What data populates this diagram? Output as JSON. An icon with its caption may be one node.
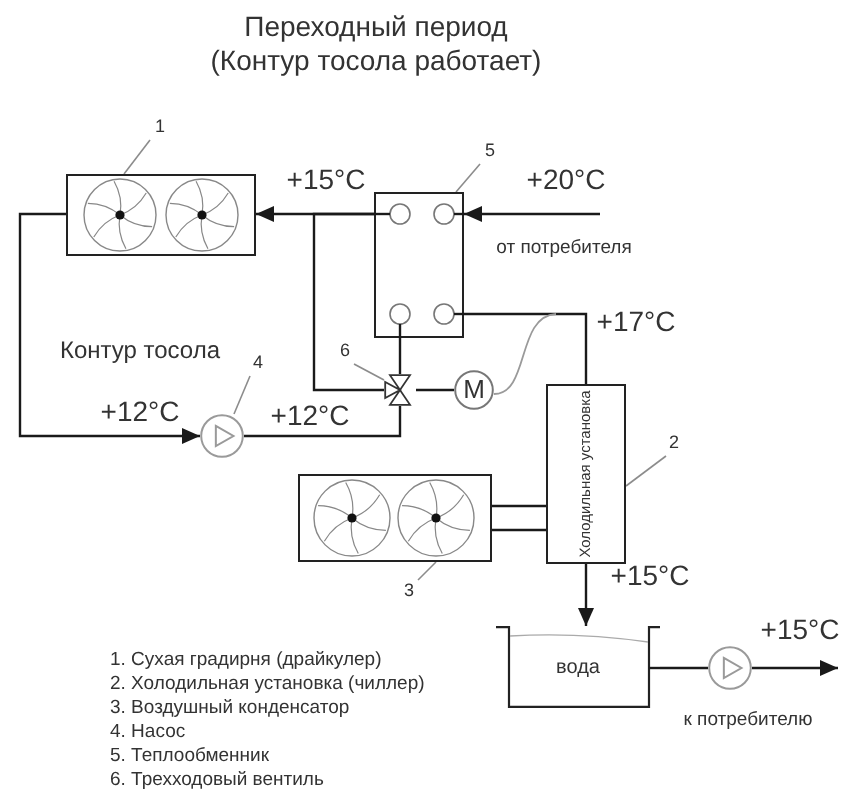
{
  "diagram": {
    "title": "Переходный период (Контур тосола работает)",
    "nodes": [
      {
        "text": [
          "1"
        ]
      },
      {
        "text": [],
        "shape": "picture"
      },
      {
        "text": [
          "5"
        ]
      },
      {
        "text": [],
        "shape": "box"
      },
      {
        "text": [
          "6"
        ]
      },
      {
        "text": [],
        "shape": "valve"
      },
      {
        "text": [
          "M"
        ]
      },
      {
        "text": [
          "4"
        ]
      },
      {
        "text": [],
        "shape": "circle"
      },
      {
        "text": [
          "Холодильная установка"
        ]
      },
      {
        "text": [
          "2"
        ]
      },
      {
        "text": [],
        "shape": "picture"
      },
      {
        "text": [
          "3"
        ]
      },
      {
        "text": [
          "вода"
        ]
      },
      {
        "text": [],
        "shape": "circle"
      }
    ],
    "edges": [
      {
        "from": null,
        "to": 3,
        "arrow": "to",
        "label": "+20°C"
      },
      {
        "from": 3,
        "to": 1,
        "arrow": "to",
        "label": "+15°C"
      },
      {
        "from": 3,
        "to": 5,
        "arrow": "none"
      },
      {
        "from": 1,
        "to": 8,
        "arrow": "to",
        "label": "+12°C"
      },
      {
        "from": 8,
        "to": 5,
        "arrow": "none",
        "label": "+12°C"
      },
      {
        "from": 5,
        "to": 3,
        "arrow": "none"
      },
      {
        "from": 3,
        "to": 9,
        "arrow": "none",
        "label": "+17°C"
      },
      {
        "from": 5,
        "to": 6,
        "arrow": "none"
      },
      {
        "from": 6,
        "to": null,
        "arrow": "none",
        "color": "#9a9a9a"
      },
      {
        "from": 11,
        "to": 9,
        "arrow": "none"
      },
      {
        "from": 11,
        "to": 9,
        "arrow": "none"
      },
      {
        "from": 9,
        "to": 13,
        "arrow": "to",
        "label": "+15°C"
      },
      {
        "from": 13,
        "to": 14,
        "arrow": "none"
      },
      {
        "from": 14,
        "to": null,
        "arrow": "to",
        "label": "+15°C"
      },
      {
        "from": 0,
        "to": 1,
        "arrow": "none",
        "color": "#8c8c8c"
      },
      {
        "from": 2,
        "to": 3,
        "arrow": "none",
        "color": "#8c8c8c"
      },
      {
        "from": 4,
        "to": 5,
        "arrow": "none",
        "color": "#8c8c8c"
      },
      {
        "from": 7,
        "to": 8,
        "arrow": "none",
        "color": "#8c8c8c"
      },
      {
        "from": 10,
        "to": 9,
        "arrow": "none",
        "color": "#8c8c8c"
      },
      {
        "from": 12,
        "to": 11,
        "arrow": "none",
        "color": "#8c8c8c"
      }
    ],
    "labels": [
      "от потребителя",
      "Контур тосола",
      "к потребителю",
      "1. Сухая градирня (драйкулер)",
      "2. Холодильная установка (чиллер)",
      "3. Воздушный конденсатор",
      "4. Насос",
      "5. Теплообменник",
      "6. Трехходовый вентиль"
    ]
  }
}
